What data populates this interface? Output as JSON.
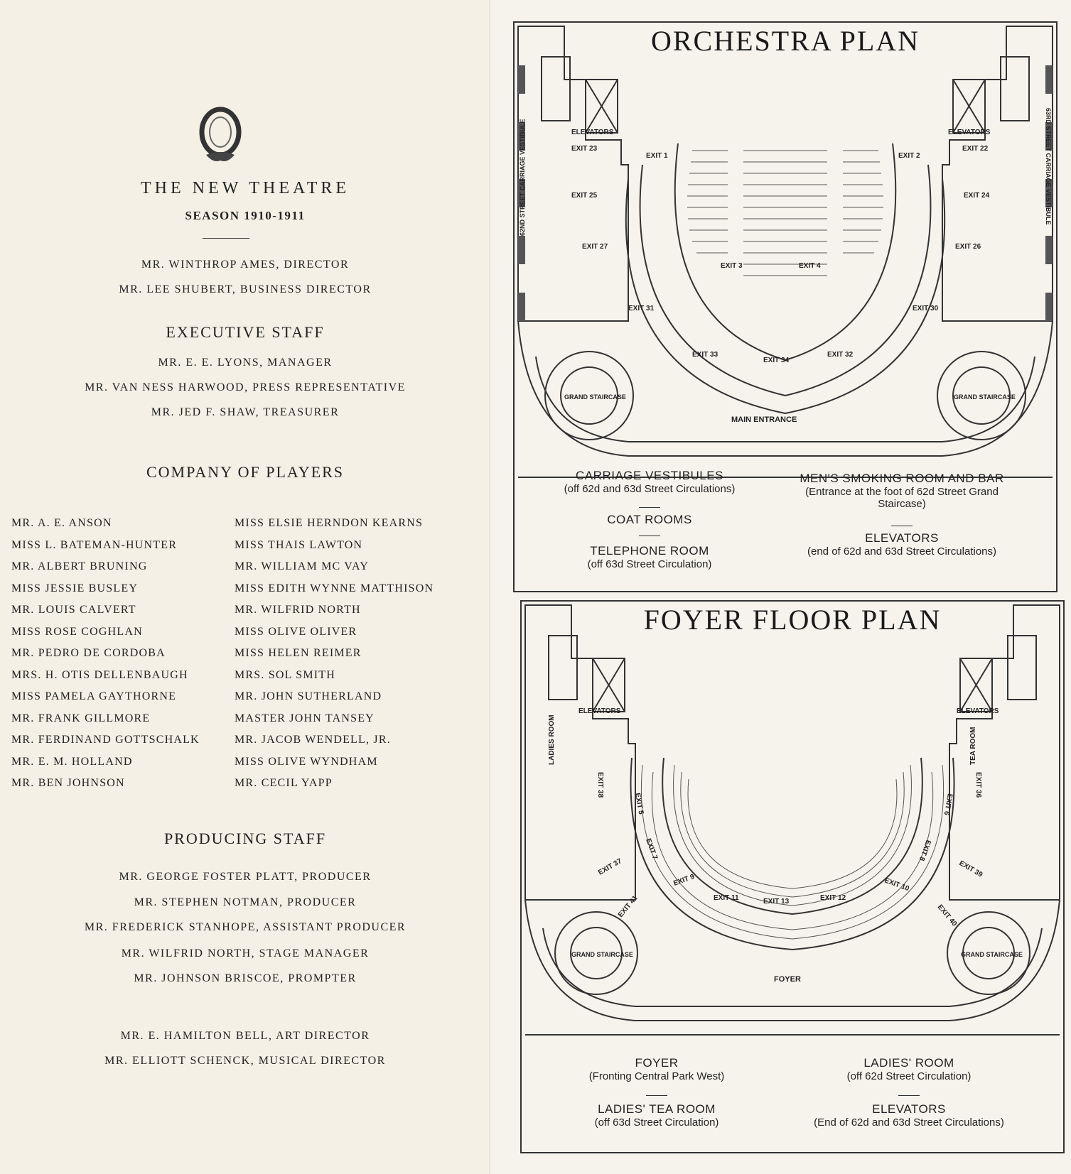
{
  "program": {
    "title": "THE NEW THEATRE",
    "season": "SEASON 1910-1911",
    "directors": [
      "MR. WINTHROP AMES, DIRECTOR",
      "MR. LEE SHUBERT, BUSINESS DIRECTOR"
    ],
    "executive_staff": {
      "heading": "EXECUTIVE STAFF",
      "members": [
        "MR. E. E. LYONS, MANAGER",
        "MR. VAN NESS HARWOOD, PRESS REPRESENTATIVE",
        "MR. JED F. SHAW, TREASURER"
      ]
    },
    "company": {
      "heading": "COMPANY OF PLAYERS",
      "col1": [
        "MR. A. E. ANSON",
        "MISS L. BATEMAN-HUNTER",
        "MR. ALBERT BRUNING",
        "MISS JESSIE BUSLEY",
        "MR. LOUIS CALVERT",
        "MISS ROSE COGHLAN",
        "MR. PEDRO DE CORDOBA",
        "MRS. H. OTIS DELLENBAUGH",
        "MISS PAMELA GAYTHORNE",
        "MR. FRANK GILLMORE",
        "MR. FERDINAND GOTTSCHALK",
        "MR. E. M. HOLLAND",
        "MR. BEN JOHNSON"
      ],
      "col2": [
        "MISS ELSIE HERNDON KEARNS",
        "MISS THAIS LAWTON",
        "MR. WILLIAM MC VAY",
        "MISS EDITH WYNNE MATTHISON",
        "MR. WILFRID NORTH",
        "MISS OLIVE OLIVER",
        "MISS HELEN REIMER",
        "MRS. SOL SMITH",
        "MR. JOHN SUTHERLAND",
        "MASTER JOHN TANSEY",
        "MR. JACOB WENDELL, JR.",
        "MISS OLIVE WYNDHAM",
        "MR. CECIL YAPP"
      ]
    },
    "producing_staff": {
      "heading": "PRODUCING STAFF",
      "members": [
        "MR. GEORGE FOSTER PLATT, PRODUCER",
        "MR. STEPHEN NOTMAN, PRODUCER",
        "MR. FREDERICK STANHOPE, ASSISTANT PRODUCER",
        "MR. WILFRID NORTH, STAGE MANAGER",
        "MR. JOHNSON BRISCOE, PROMPTER"
      ]
    },
    "other_staff": [
      "MR. E. HAMILTON BELL, ART DIRECTOR",
      "MR. ELLIOTT SCHENCK, MUSICAL DIRECTOR"
    ]
  },
  "orchestra_plan": {
    "title": "ORCHESTRA PLAN",
    "labels": {
      "elevators_l": "ELEVATORS",
      "elevators_r": "ELEVATORS",
      "vest_l": "62ND STREET CARRIAGE VESTIBULE",
      "vest_r": "63RD STREET CARRIAGE VESTIBULE",
      "exit_23": "EXIT 23",
      "exit_22": "EXIT 22",
      "exit_25": "EXIT 25",
      "exit_24": "EXIT 24",
      "exit_1": "EXIT 1",
      "exit_2": "EXIT 2",
      "exit_27": "EXIT 27",
      "exit_26": "EXIT 26",
      "exit_3": "EXIT 3",
      "exit_4": "EXIT 4",
      "exit_31": "EXIT 31",
      "exit_30": "EXIT 30",
      "exit_33": "EXIT 33",
      "exit_34": "EXIT 34",
      "exit_32": "EXIT 32",
      "grand_l": "GRAND STAIRCASE",
      "grand_r": "GRAND STAIRCASE",
      "main_entrance": "MAIN ENTRANCE"
    },
    "captions": {
      "carriage_h": "CARRIAGE VESTIBULES",
      "carriage_s": "(off 62d and 63d Street Circulations)",
      "coat_h": "COAT ROOMS",
      "phone_h": "TELEPHONE ROOM",
      "phone_s": "(off 63d Street Circulation)",
      "smoke_h": "MEN'S SMOKING ROOM AND BAR",
      "smoke_s1": "(Entrance at the foot of 62d Street Grand",
      "smoke_s2": "Staircase)",
      "elev_h": "ELEVATORS",
      "elev_s": "(end of 62d and 63d Street Circulations)"
    }
  },
  "foyer_plan": {
    "title": "FOYER FLOOR PLAN",
    "labels": {
      "ladies_room": "LADIES ROOM",
      "tea_room": "TEA ROOM",
      "elevators_l": "ELEVATORS",
      "elevators_r": "ELEVATORS",
      "exit_38": "EXIT 38",
      "exit_36": "EXIT 36",
      "exit_5": "EXIT 5",
      "exit_6": "EXIT 6",
      "exit_7": "EXIT 7",
      "exit_8": "EXIT 8",
      "exit_37": "EXIT 37",
      "exit_39": "EXIT 39",
      "exit_41": "EXIT 41",
      "exit_40": "EXIT 40",
      "exit_9": "EXIT 9",
      "exit_10": "EXIT 10",
      "exit_11": "EXIT 11",
      "exit_12": "EXIT 12",
      "exit_13": "EXIT 13",
      "grand_l": "GRAND STAIRCASE",
      "grand_r": "GRAND STAIRCASE",
      "foyer": "FOYER"
    },
    "captions": {
      "foyer_h": "FOYER",
      "foyer_s": "(Fronting Central Park West)",
      "tea_h": "LADIES' TEA ROOM",
      "tea_s": "(off 63d Street Circulation)",
      "ladies_h": "LADIES' ROOM",
      "ladies_s": "(off 62d Street Circulation)",
      "elev_h": "ELEVATORS",
      "elev_s": "(End of 62d and 63d Street Circulations)"
    }
  }
}
